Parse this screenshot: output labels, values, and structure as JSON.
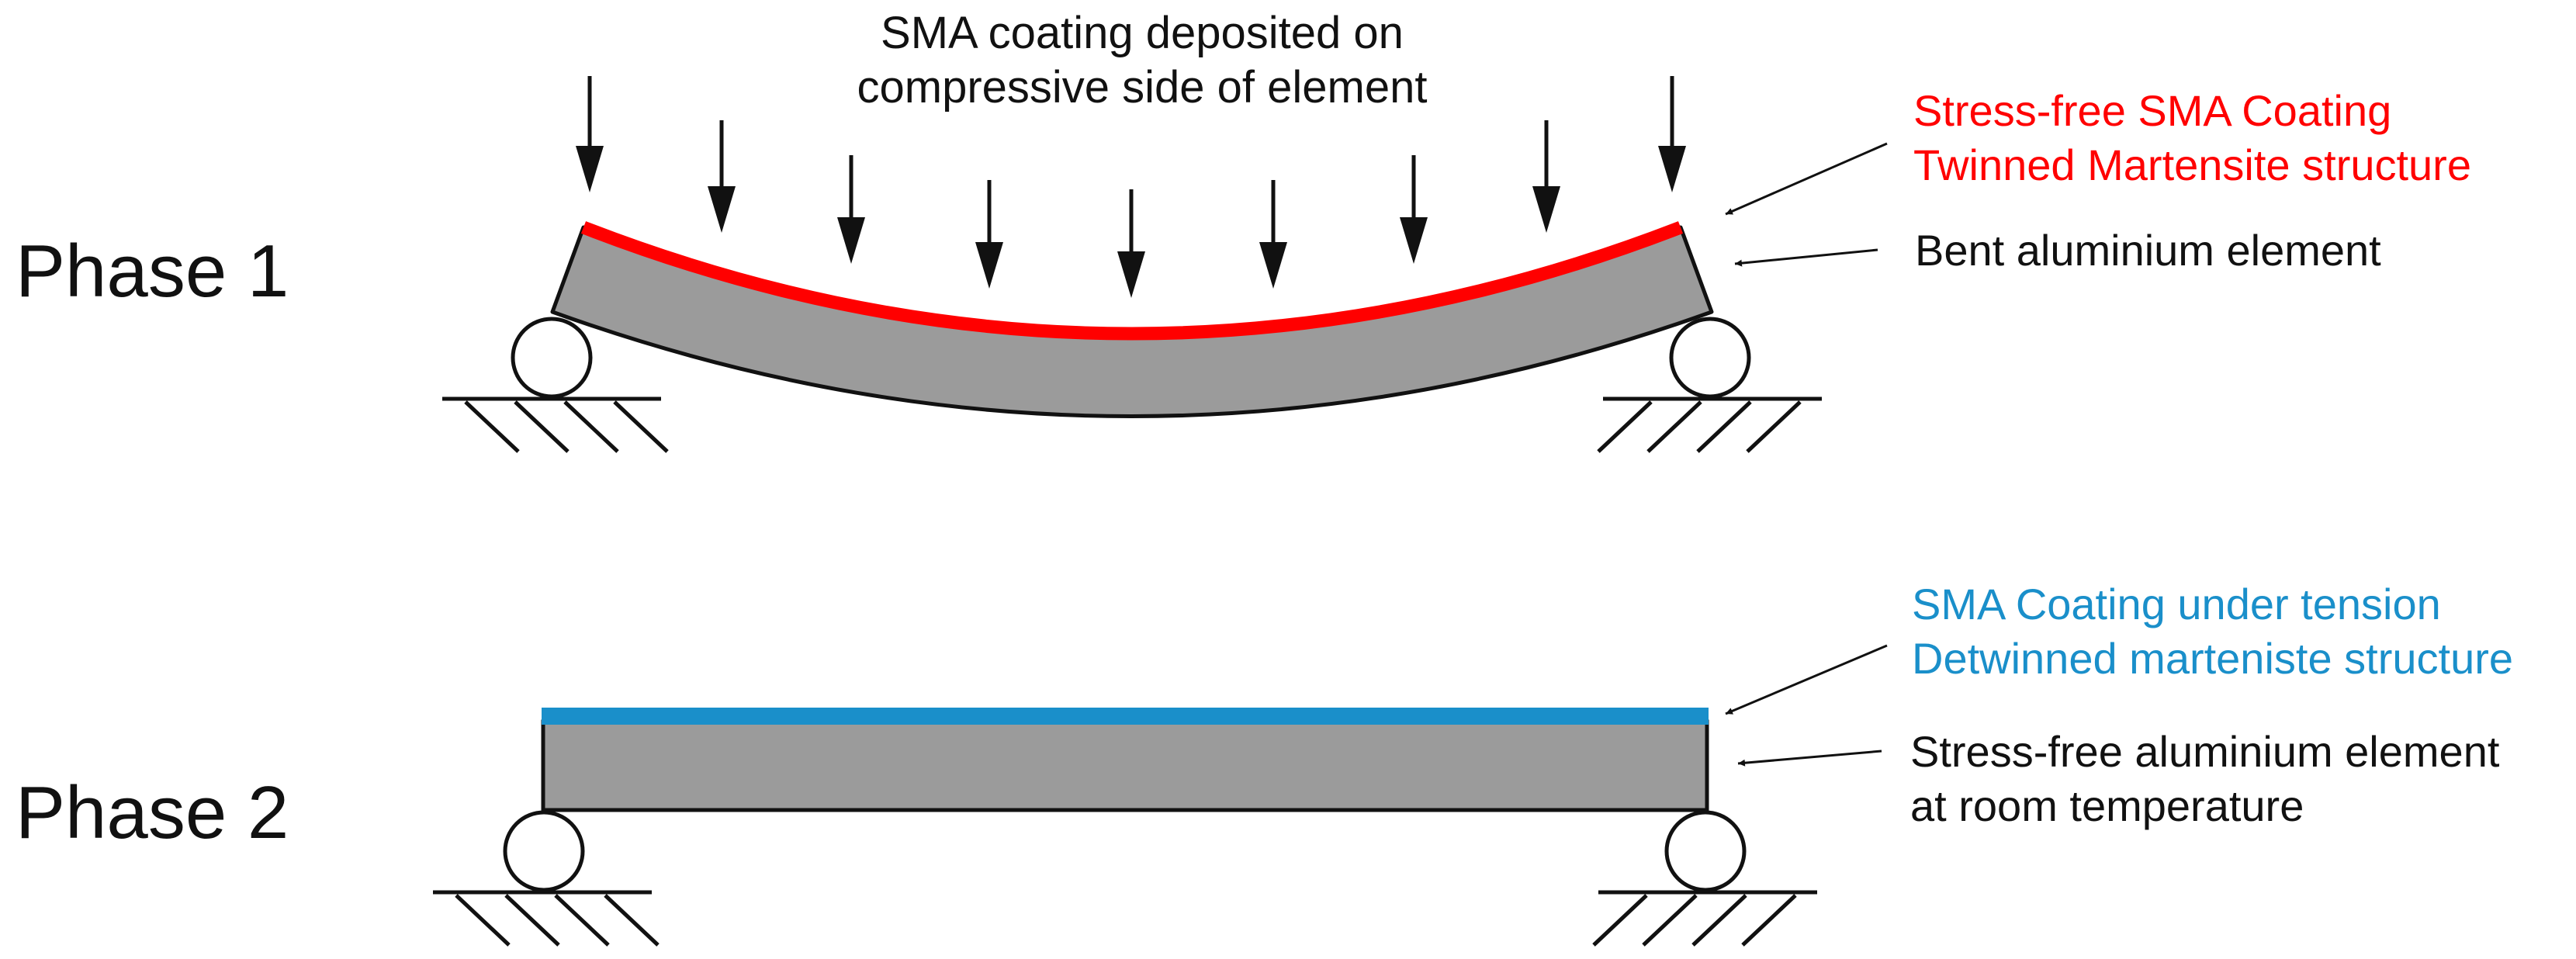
{
  "diagram": {
    "top_note": {
      "line1": "SMA coating deposited on",
      "line2": "compressive side of element"
    },
    "phase1": {
      "label": "Phase 1",
      "coating_label": {
        "line1": "Stress-free SMA Coating",
        "line2": "Twinned Martensite structure"
      },
      "element_label": "Bent aluminium element"
    },
    "phase2": {
      "label": "Phase 2",
      "coating_label": {
        "line1": "SMA Coating under tension",
        "line2": "Detwinned marteniste structure"
      },
      "element_label": {
        "line1": "Stress-free aluminium element",
        "line2": "at room temperature"
      }
    }
  },
  "colors": {
    "phase1_coating": "#ff0000",
    "phase2_coating": "#1a8fca",
    "element_fill": "#9b9b9b",
    "outline": "#111111"
  }
}
